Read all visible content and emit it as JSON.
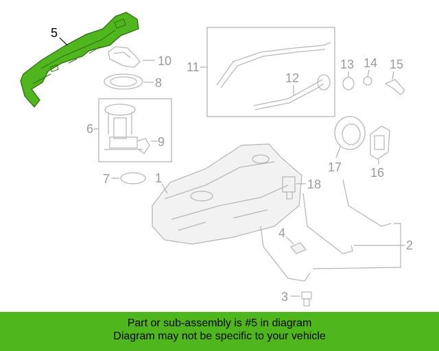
{
  "diagram": {
    "callouts": {
      "c1": "1",
      "c2": "2",
      "c3": "3",
      "c4": "4",
      "c5": "5",
      "c6": "6",
      "c7": "7",
      "c8": "8",
      "c9": "9",
      "c10": "10",
      "c11": "11",
      "c12": "12",
      "c13": "13",
      "c14": "14",
      "c15": "15",
      "c16": "16",
      "c17": "17",
      "c18": "18"
    },
    "highlight_color": "#4fb61e",
    "highlighted_part": "5"
  },
  "banner": {
    "line1": "Part or sub-assembly is #5 in diagram",
    "line2": "Diagram may not be specific to your vehicle",
    "background": "#4fb61e"
  }
}
